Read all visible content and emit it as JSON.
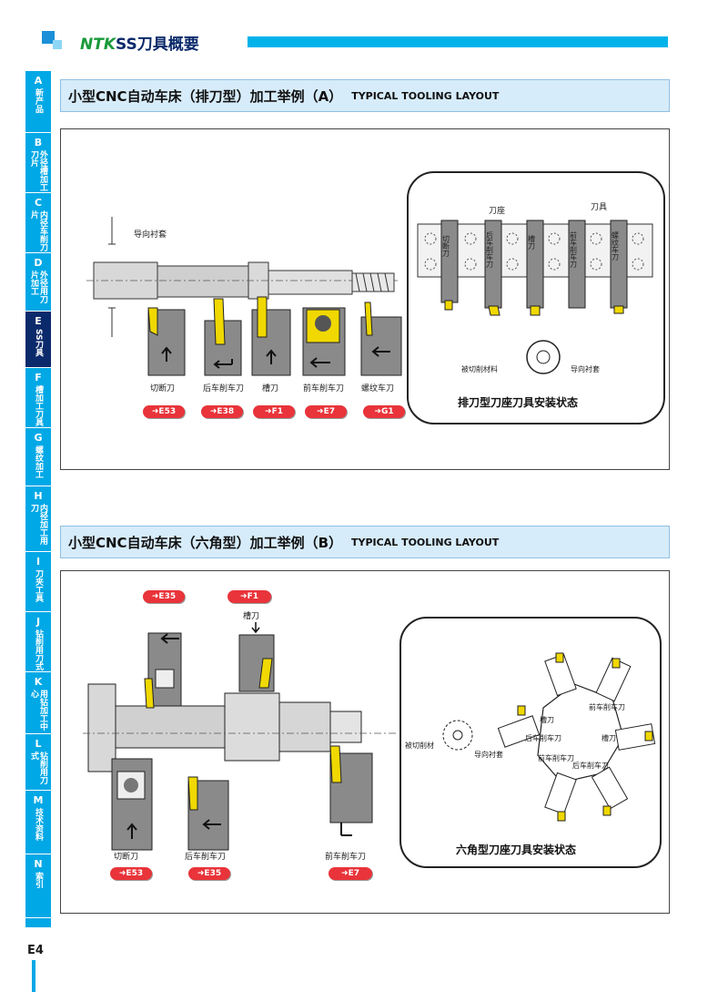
{
  "header": {
    "brand": "NTK",
    "title_suffix": "SS刀具概要"
  },
  "sidebar": {
    "tabs": [
      {
        "letter": "A",
        "text": "新产品"
      },
      {
        "letter": "B",
        "text": "外径槽加工刀片"
      },
      {
        "letter": "C",
        "text": "内径车削刀片"
      },
      {
        "letter": "D",
        "text": "外径用刀片加工"
      },
      {
        "letter": "E",
        "text": "SS刀具"
      },
      {
        "letter": "F",
        "text": "槽加工刀具"
      },
      {
        "letter": "G",
        "text": "螺纹加工"
      },
      {
        "letter": "H",
        "text": "内径加工用刀"
      },
      {
        "letter": "I",
        "text": "刀夹工具"
      },
      {
        "letter": "J",
        "text": "钻削用刀式"
      },
      {
        "letter": "K",
        "text": "用钻加工中心"
      },
      {
        "letter": "L",
        "text": "钻削用刀式"
      },
      {
        "letter": "M",
        "text": "技术资料"
      },
      {
        "letter": "N",
        "text": "索引"
      }
    ]
  },
  "page_number": "E4",
  "section_a": {
    "title_cn": "小型CNC自动车床（排刀型）加工举例（A）",
    "title_en": "TYPICAL TOOLING LAYOUT",
    "guide_bush": "导向衬套",
    "tools": [
      {
        "label": "切断刀",
        "ref": "E53"
      },
      {
        "label": "后车削车刀",
        "ref": "E38"
      },
      {
        "label": "槽刀",
        "ref": "F1"
      },
      {
        "label": "前车削车刀",
        "ref": "E7"
      },
      {
        "label": "螺纹车刀",
        "ref": "G1"
      }
    ],
    "holder_label": "刀座",
    "tool_label": "刀具",
    "gang_tools": [
      "切断刀",
      "后车削车刀",
      "槽刀",
      "前车削车刀",
      "螺纹车刀"
    ],
    "workpiece": "被切削材料",
    "guide_bush2": "导向衬套",
    "caption": "排刀型刀座刀具安装状态"
  },
  "section_b": {
    "title_cn": "小型CNC自动车床（六角型）加工举例（B）",
    "title_en": "TYPICAL TOOLING LAYOUT",
    "top_refs": [
      "E35",
      "F1"
    ],
    "groove_label": "槽刀",
    "tools": [
      {
        "label": "切断刀",
        "ref": "E53"
      },
      {
        "label": "后车削车刀",
        "ref": "E35"
      },
      {
        "label": "前车削车刀",
        "ref": "E7"
      }
    ],
    "workpiece": "被切削材",
    "guide_bush": "导向衬套",
    "turret_tools": [
      "槽刀",
      "前车削车刀",
      "槽刀",
      "后车削车刀",
      "前车削车刀",
      "后车削车刀"
    ],
    "caption": "六角型刀座刀具安装状态"
  }
}
